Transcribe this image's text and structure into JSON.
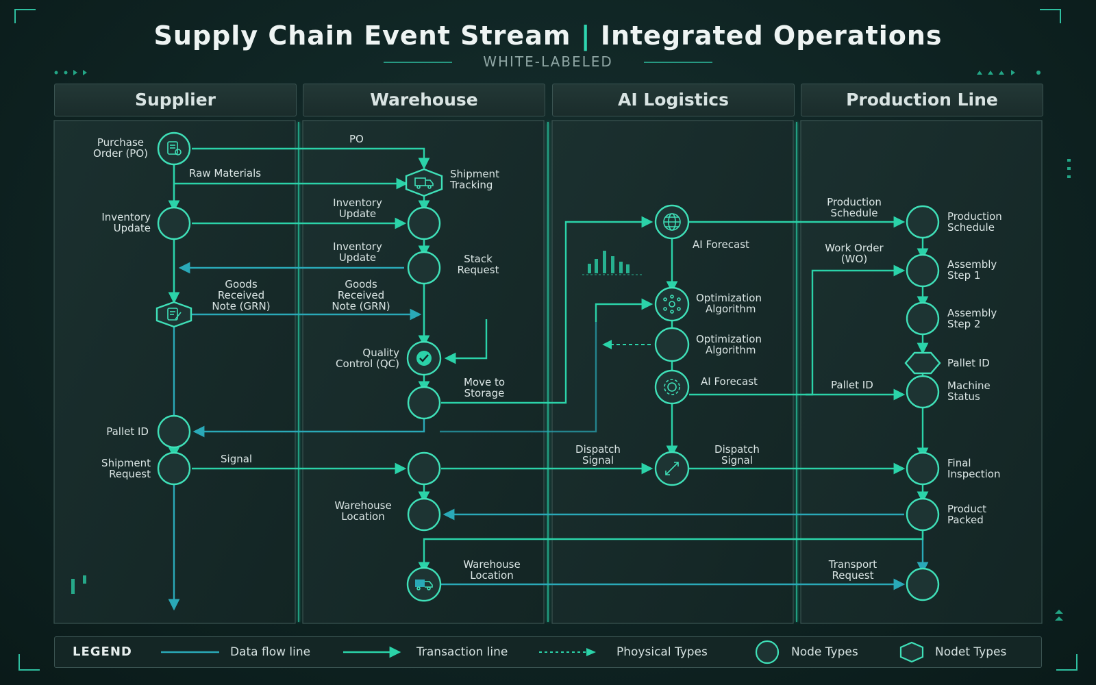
{
  "title": "Supply Chain Event Stream",
  "title_sep": "|",
  "title2": "Integrated Operations",
  "subtitle": "WHITE-LABELED",
  "lanes": [
    "Supplier",
    "Warehouse",
    "AI Logistics",
    "Production Line"
  ],
  "colors": {
    "flow": "#2bd3a9",
    "data": "#2aa9b8",
    "node_stroke": "#3fe0b8",
    "node_fill": "#1d3433"
  },
  "nodes": {
    "po": [
      "Purchase",
      "Order (PO)"
    ],
    "sup_inv": [
      "Inventory",
      "Update"
    ],
    "grn": [
      "Goods",
      "Received",
      "Note (GRN)"
    ],
    "pallet": [
      "Pallet ID"
    ],
    "ship_req": [
      "Shipment",
      "Request"
    ],
    "ship_track": [
      "Shipment",
      "Tracking"
    ],
    "wh_inv1": [
      "Inventory",
      "Update"
    ],
    "wh_inv2": [
      "Inventory",
      "Update"
    ],
    "stack": [
      "Stack",
      "Request"
    ],
    "wh_grn": [
      "Goods",
      "Received",
      "Note (GRN)"
    ],
    "qc": [
      "Quality",
      "Control (QC)"
    ],
    "move": [
      "Move to",
      "Storage"
    ],
    "wh_loc1": [
      "Warehouse",
      "Location"
    ],
    "wh_loc2": [
      "Warehouse",
      "Location"
    ],
    "ai_fc1": [
      "AI Forecast"
    ],
    "opt1": [
      "Optimization",
      "Algorithm"
    ],
    "opt2": [
      "Optimization",
      "Algorithm"
    ],
    "ai_fc2": [
      "AI Forecast"
    ],
    "disp1": [
      "Dispatch",
      "Signal"
    ],
    "disp2": [
      "Dispatch",
      "Signal"
    ],
    "prod_sched_edge": [
      "Production",
      "Schedule"
    ],
    "prod_sched": [
      "Production",
      "Schedule"
    ],
    "wo": [
      "Work Order",
      "(WO)"
    ],
    "asm1": [
      "Assembly",
      "Step 1"
    ],
    "asm2": [
      "Assembly",
      "Step 2"
    ],
    "prod_pallet": [
      "Pallet ID"
    ],
    "pl_pallet_edge": [
      "Pallet ID"
    ],
    "machine": [
      "Machine",
      "Status"
    ],
    "final": [
      "Final",
      "Inspection"
    ],
    "packed": [
      "Product",
      "Packed"
    ],
    "transport": [
      "Transport",
      "Request"
    ]
  },
  "edges": {
    "po": "PO",
    "raw": "Raw Materials",
    "signal": "Signal"
  },
  "legend": {
    "title": "LEGEND",
    "data_flow": "Data flow line",
    "transaction": "Transaction line",
    "physical": "Phoysical Types",
    "node_types": "Node Types",
    "nodet_types": "Nodet Types"
  }
}
